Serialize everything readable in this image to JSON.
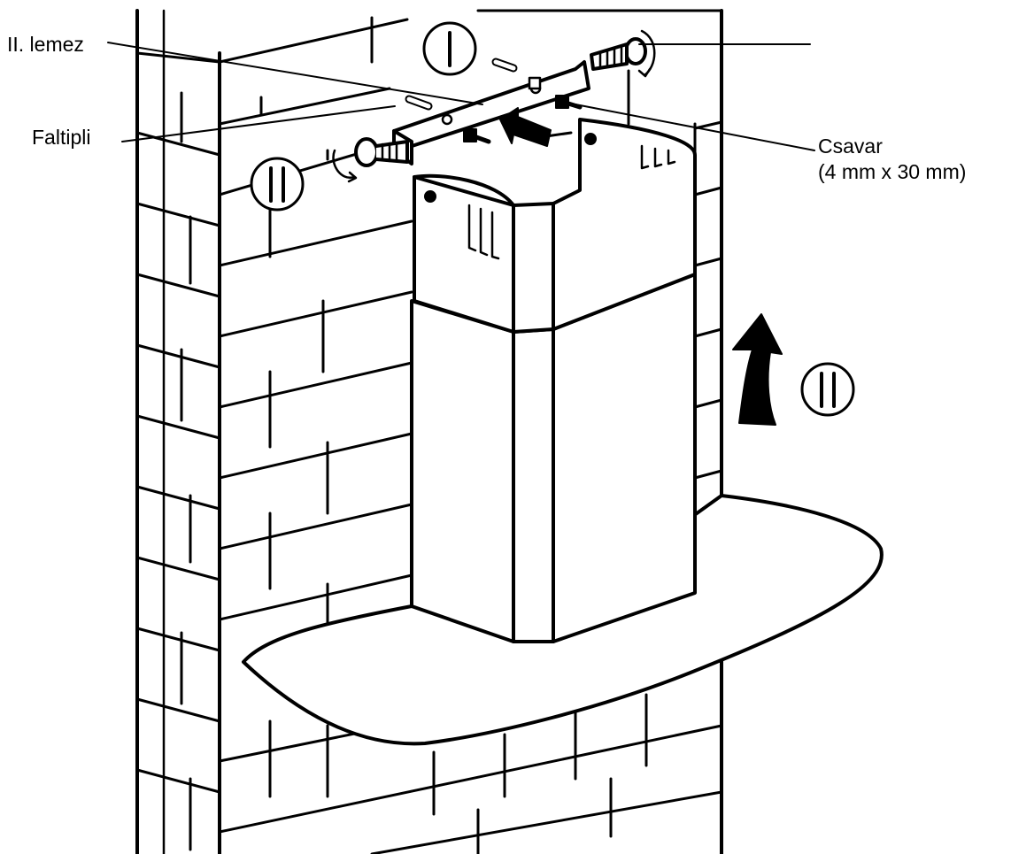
{
  "labels": {
    "plate": "II. lemez",
    "dowel": "Faltipli",
    "screw": "Csavar",
    "screw_size": "(4 mm x 30 mm)"
  },
  "step_markers": [
    "I",
    "II",
    "II"
  ],
  "colors": {
    "ink": "#000000",
    "paper": "#ffffff"
  }
}
